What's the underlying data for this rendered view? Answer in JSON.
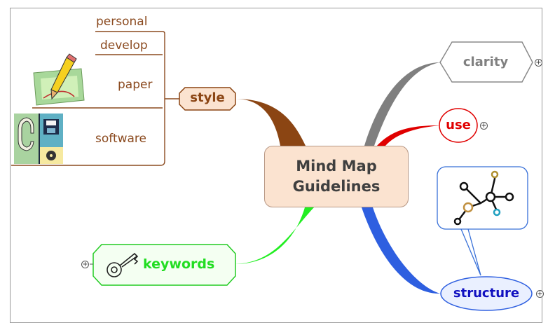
{
  "central": {
    "line1": "Mind Map",
    "line2": "Guidelines"
  },
  "style_branch": {
    "label": "style",
    "color": "#8b4513",
    "subtopics": [
      "personal",
      "develop",
      "paper",
      "software"
    ]
  },
  "topics": {
    "clarity": {
      "label": "clarity",
      "color": "#808080"
    },
    "use": {
      "label": "use",
      "color": "#e00000"
    },
    "structure": {
      "label": "structure",
      "color": "#1010c0"
    },
    "keywords": {
      "label": "keywords",
      "color": "#22dd22"
    }
  },
  "icons": [
    "pencil-paper-icon",
    "software-clipart-icon",
    "key-icon",
    "molecule-icon",
    "expand-plus-icon"
  ]
}
